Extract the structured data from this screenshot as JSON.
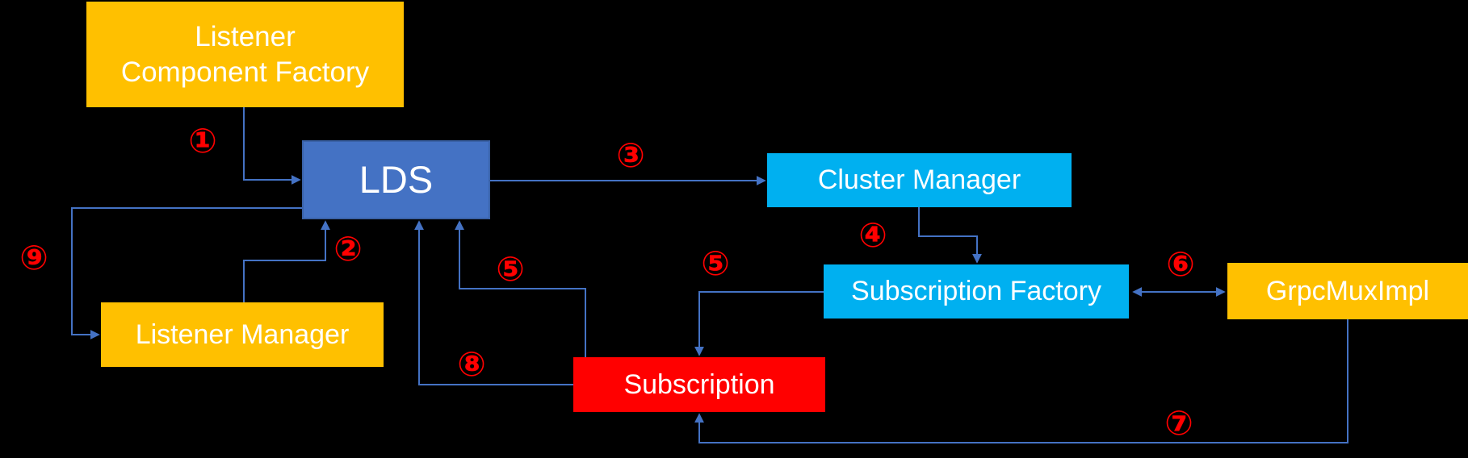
{
  "diagram": {
    "background_color": "#000000",
    "connector_color": "#4472C4",
    "edge_label_color": "#FF0000",
    "node_text_color": "#FFFFFF",
    "colors": {
      "gold": "#FFC000",
      "blue": "#4472C4",
      "cyan": "#00B0F0",
      "red": "#FF0000"
    },
    "nodes": [
      {
        "id": "listener-component-factory",
        "label": "Listener Component Factory",
        "lines": [
          "Listener",
          "Component Factory"
        ],
        "color": "#FFC000"
      },
      {
        "id": "lds",
        "label": "LDS",
        "lines": [
          "LDS"
        ],
        "color": "#4472C4"
      },
      {
        "id": "cluster-manager",
        "label": "Cluster Manager",
        "lines": [
          "Cluster Manager"
        ],
        "color": "#00B0F0"
      },
      {
        "id": "subscription-factory",
        "label": "Subscription Factory",
        "lines": [
          "Subscription Factory"
        ],
        "color": "#00B0F0"
      },
      {
        "id": "grpc-mux-impl",
        "label": "GrpcMuxImpl",
        "lines": [
          "GrpcMuxImpl"
        ],
        "color": "#FFC000"
      },
      {
        "id": "listener-manager",
        "label": "Listener Manager",
        "lines": [
          "Listener Manager"
        ],
        "color": "#FFC000"
      },
      {
        "id": "subscription",
        "label": "Subscription",
        "lines": [
          "Subscription"
        ],
        "color": "#FF0000"
      }
    ],
    "edges": [
      {
        "label": "①",
        "from": "listener-component-factory",
        "to": "lds",
        "bidirectional": false
      },
      {
        "label": "②",
        "from": "listener-manager",
        "to": "lds",
        "bidirectional": false
      },
      {
        "label": "③",
        "from": "lds",
        "to": "cluster-manager",
        "bidirectional": false
      },
      {
        "label": "④",
        "from": "cluster-manager",
        "to": "subscription-factory",
        "bidirectional": false
      },
      {
        "label": "⑤",
        "from": "subscription",
        "to": "lds",
        "bidirectional": false
      },
      {
        "label": "⑤",
        "from": "subscription-factory",
        "to": "subscription",
        "bidirectional": false
      },
      {
        "label": "⑥",
        "from": "subscription-factory",
        "to": "grpc-mux-impl",
        "bidirectional": true
      },
      {
        "label": "⑦",
        "from": "grpc-mux-impl",
        "to": "subscription",
        "bidirectional": false
      },
      {
        "label": "⑧",
        "from": "subscription",
        "to": "lds",
        "bidirectional": false
      },
      {
        "label": "⑨",
        "from": "lds",
        "to": "listener-manager",
        "bidirectional": false
      }
    ]
  }
}
